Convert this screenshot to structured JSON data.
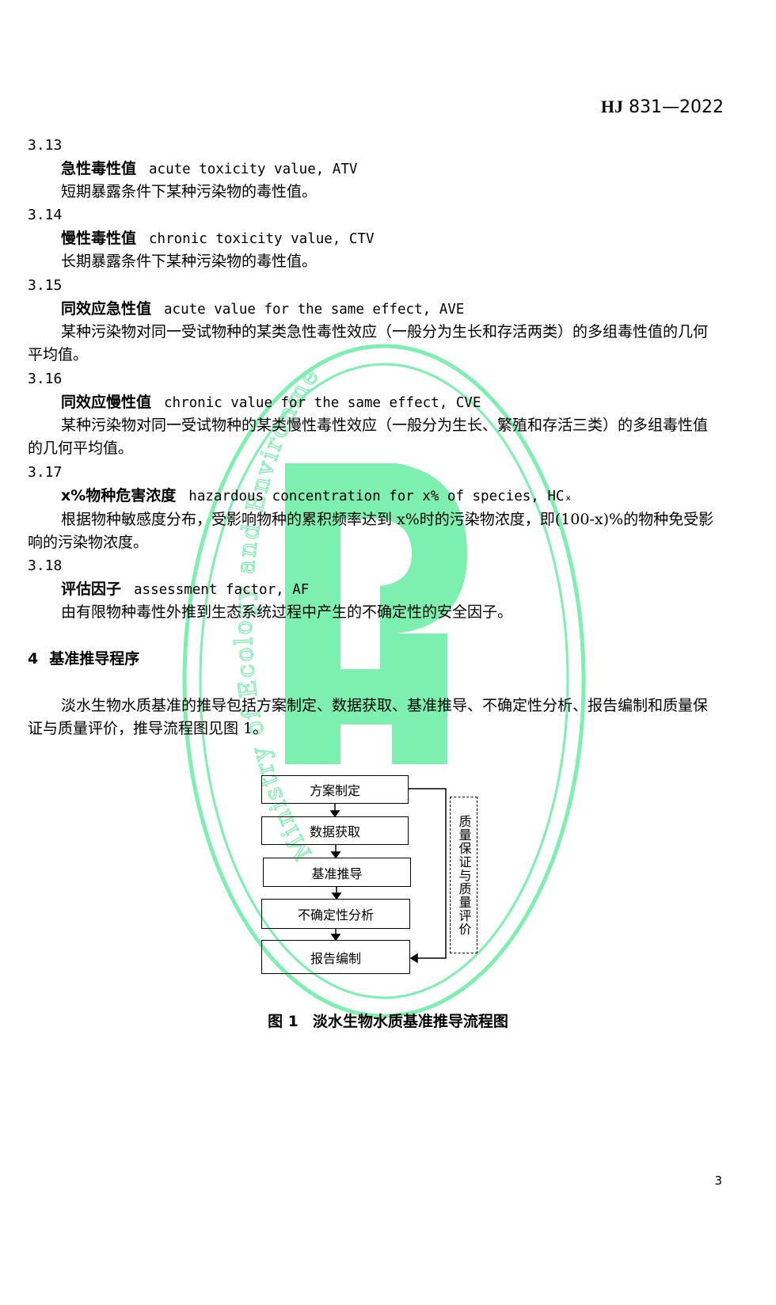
{
  "header": {
    "code_bold": "HJ",
    "code_rest": " 831—2022"
  },
  "watermark": {
    "text": "Ministry of Ecology and Environment",
    "color": "#7df0b0"
  },
  "entries": [
    {
      "num": "3.13",
      "term_cn": "急性毒性值",
      "term_en": "acute toxicity value, ATV",
      "def": [
        "短期暴露条件下某种污染物的毒性值。"
      ]
    },
    {
      "num": "3.14",
      "term_cn": "慢性毒性值",
      "term_en": "chronic toxicity value, CTV",
      "def": [
        "长期暴露条件下某种污染物的毒性值。"
      ]
    },
    {
      "num": "3.15",
      "term_cn": "同效应急性值",
      "term_en": "acute value for the same effect, AVE",
      "def": [
        "某种污染物对同一受试物种的某类急性毒性效应（一般分为生长和存活两类）的多组毒性值的几何",
        "平均值。"
      ]
    },
    {
      "num": "3.16",
      "term_cn": "同效应慢性值",
      "term_en": "chronic value for the same effect, CVE",
      "def": [
        "某种污染物对同一受试物种的某类慢性毒性效应（一般分为生长、繁殖和存活三类）的多组毒性值",
        "的几何平均值。"
      ]
    },
    {
      "num": "3.17",
      "term_cn": "x%物种危害浓度",
      "term_en": "hazardous concentration for x% of species, HCₓ",
      "def": [
        "根据物种敏感度分布，受影响物种的累积频率达到 x%时的污染物浓度，即(100-x)%的物种免受影",
        "响的污染物浓度。"
      ]
    },
    {
      "num": "3.18",
      "term_cn": "评估因子",
      "term_en": "assessment factor, AF",
      "def": [
        "由有限物种毒性外推到生态系统过程中产生的不确定性的安全因子。"
      ]
    }
  ],
  "section": {
    "num": "4",
    "title": "基准推导程序",
    "para": [
      "淡水生物水质基准的推导包括方案制定、数据获取、基准推导、不确定性分析、报告编制和质量保",
      "证与质量评价，推导流程图见图 1。"
    ]
  },
  "flowchart": {
    "steps": [
      "方案制定",
      "数据获取",
      "基准推导",
      "不确定性分析",
      "报告编制"
    ],
    "side_label": "质量保证与质量评价"
  },
  "caption": {
    "num": "图 1",
    "title": "淡水生物水质基准推导流程图"
  },
  "page_number": "3"
}
